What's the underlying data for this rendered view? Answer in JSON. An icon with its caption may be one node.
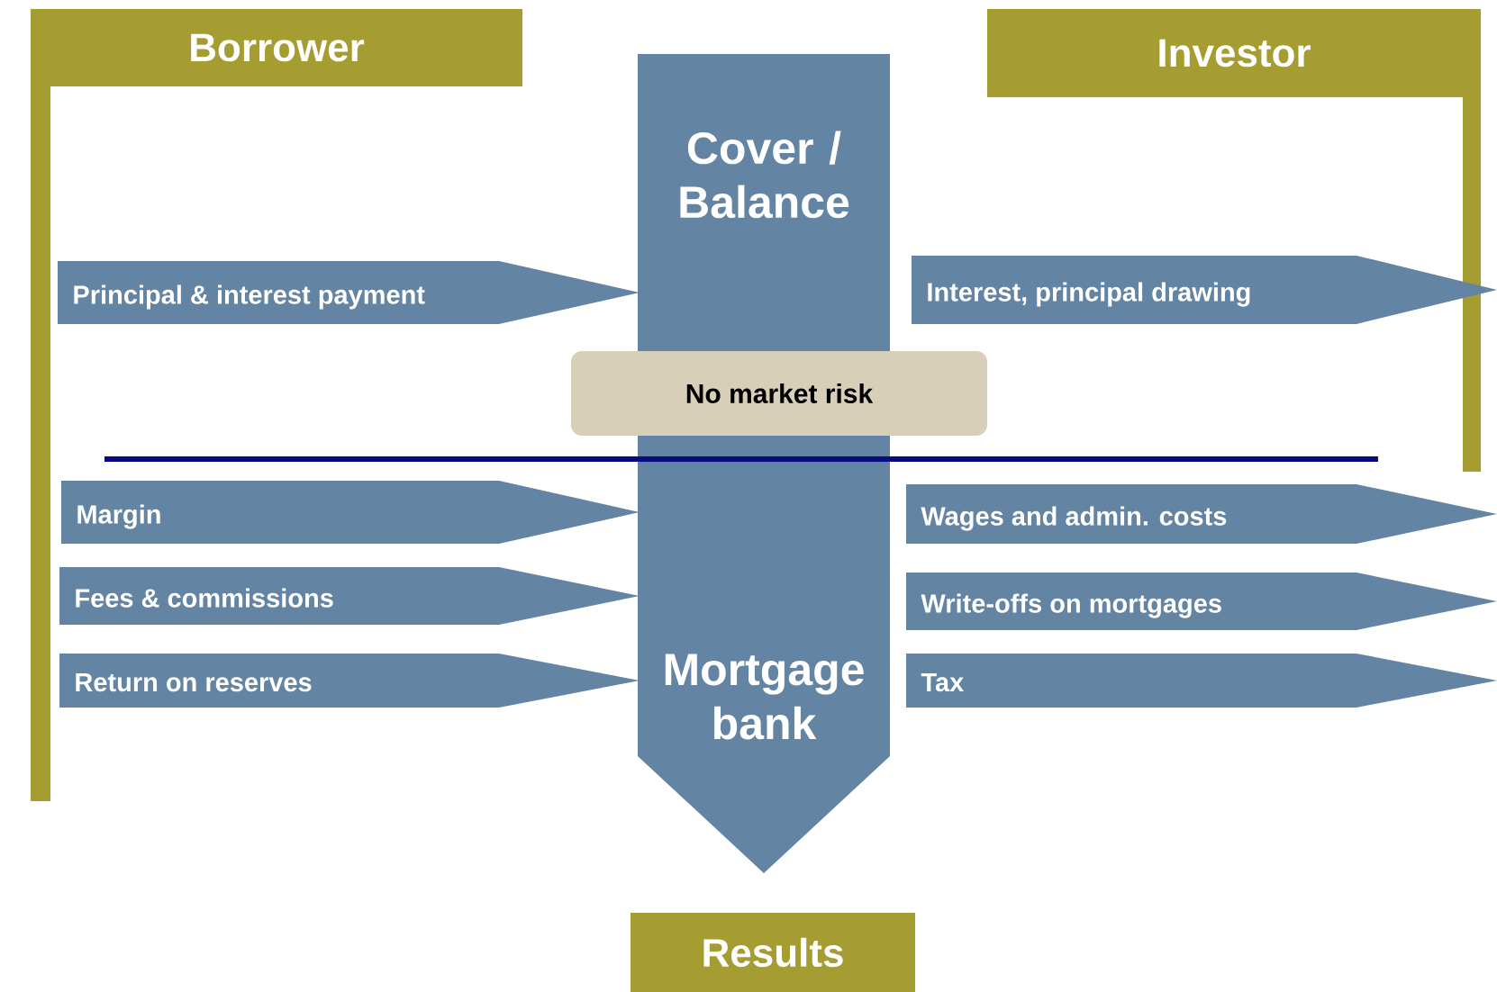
{
  "diagram": {
    "nodes": [
      {
        "text": [
          "Borrower"
        ]
      },
      {
        "text": [
          "Investor"
        ]
      },
      {
        "text": [
          "Cover / Balance",
          "Mortgage bank"
        ]
      },
      {
        "text": [
          "Principal & interest payment"
        ]
      },
      {
        "text": [
          "Interest, principal drawing"
        ]
      },
      {
        "text": [
          "No market risk"
        ]
      },
      {
        "text": [
          "Margin"
        ]
      },
      {
        "text": [
          "Wages and admin. costs"
        ]
      },
      {
        "text": [
          "Fees & commissions"
        ]
      },
      {
        "text": [
          "Write-offs on mortgages"
        ]
      },
      {
        "text": [
          "Return on reserves"
        ]
      },
      {
        "text": [
          "Tax"
        ]
      },
      {
        "text": [
          "Results"
        ]
      }
    ]
  }
}
